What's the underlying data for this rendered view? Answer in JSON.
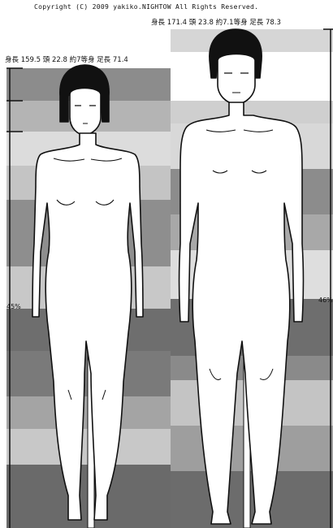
{
  "copyright": "Copyright (C) 2009 yakiko.NIGHTOW All Rights Reserved.",
  "left_figure": {
    "stats": "身長 159.5 頭 22.8 約7等身 足長 71.4",
    "percent": "45%"
  },
  "right_figure": {
    "stats": "身長 171.4 頭 23.8 約7.1等身 足長 78.3",
    "percent": "46%"
  },
  "colors": {
    "band_dark": "#6e6e6e",
    "band_mid": "#9a9a9a",
    "band_light": "#d8d8d8",
    "line": "#111111"
  }
}
